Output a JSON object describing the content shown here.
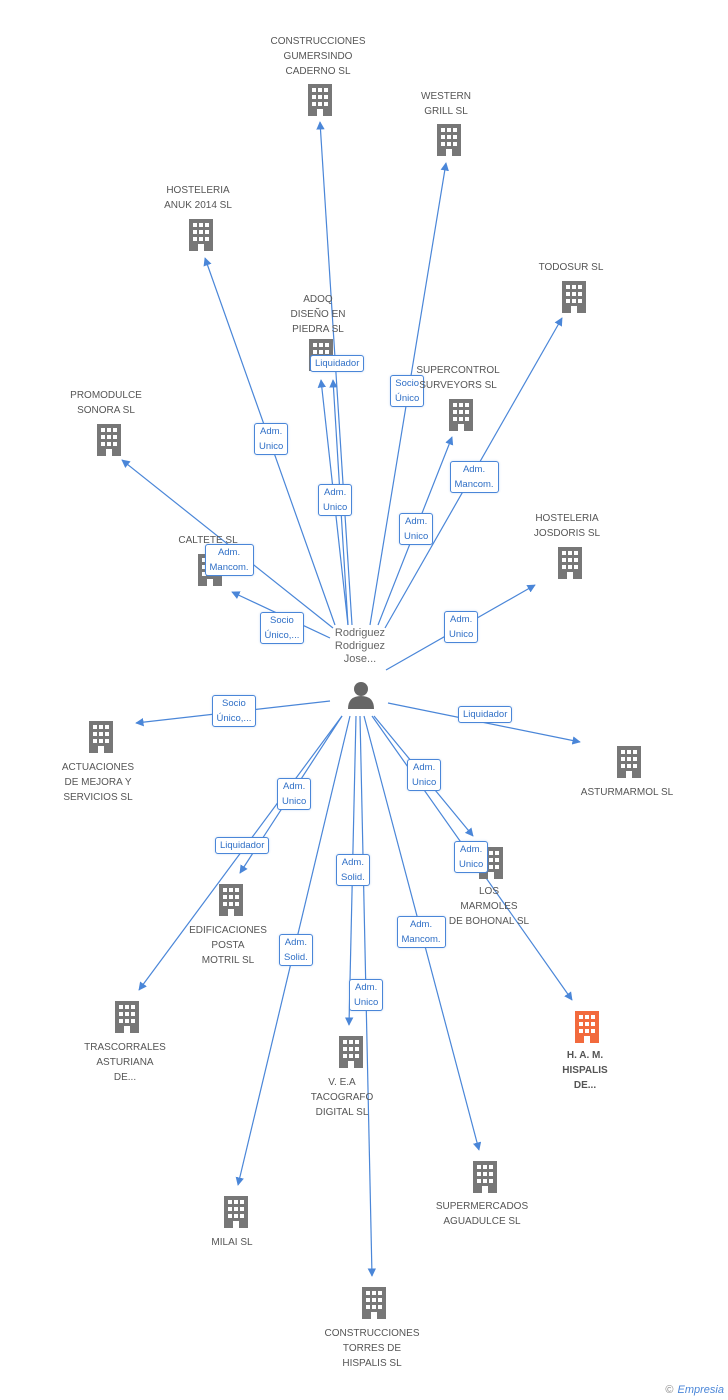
{
  "center": {
    "label": "Rodriguez\nRodriguez\nJose..."
  },
  "colors": {
    "edge": "#4a86d8",
    "building": "#777777",
    "highlight": "#f26a3d"
  },
  "nodes": [
    {
      "id": "gumersindo",
      "label": "CONSTRUCCIONES\nGUMERSINDO\nCADERNO SL",
      "icon": "building-icon"
    },
    {
      "id": "western",
      "label": "WESTERN\nGRILL  SL",
      "icon": "building-icon"
    },
    {
      "id": "anuk",
      "label": "HOSTELERIA\nANUK 2014  SL",
      "icon": "building-icon"
    },
    {
      "id": "todosur",
      "label": "TODOSUR SL",
      "icon": "building-icon"
    },
    {
      "id": "adoq",
      "label": "ADOQ\nDISEÑO EN\nPIEDRA SL",
      "icon": "building-icon"
    },
    {
      "id": "supercontrol",
      "label": "SUPERCONTROL\nSURVEYORS SL",
      "icon": "building-icon"
    },
    {
      "id": "promodulce",
      "label": "PROMODULCE\nSONORA SL",
      "icon": "building-icon"
    },
    {
      "id": "caltete",
      "label": "CALTETE  SL",
      "icon": "building-icon"
    },
    {
      "id": "josdoris",
      "label": "HOSTELERIA\nJOSDORIS SL",
      "icon": "building-icon"
    },
    {
      "id": "actuaciones",
      "label": "ACTUACIONES\nDE MEJORA Y\nSERVICIOS SL",
      "icon": "building-icon"
    },
    {
      "id": "asturmarmol",
      "label": "ASTURMARMOL SL",
      "icon": "building-icon"
    },
    {
      "id": "marmoles",
      "label": "LOS\nMARMOLES\nDE BOHONAL SL",
      "icon": "building-icon"
    },
    {
      "id": "edificaciones",
      "label": "EDIFICACIONES\nPOSTA\nMOTRIL SL",
      "icon": "building-icon"
    },
    {
      "id": "hispalis",
      "label": "H. A. M.\nHISPALIS\nDE...",
      "icon": "building-icon",
      "highlight": true
    },
    {
      "id": "trascorrales",
      "label": "TRASCORRALES\nASTURIANA\nDE...",
      "icon": "building-icon"
    },
    {
      "id": "vea",
      "label": "V. E.A\nTACOGRAFO\nDIGITAL SL",
      "icon": "building-icon"
    },
    {
      "id": "aguadulce",
      "label": "SUPERMERCADOS\nAGUADULCE SL",
      "icon": "building-icon"
    },
    {
      "id": "milai",
      "label": "MILAI  SL",
      "icon": "building-icon"
    },
    {
      "id": "torres",
      "label": "CONSTRUCCIONES\nTORRES DE\nHISPALIS SL",
      "icon": "building-icon"
    }
  ],
  "edges": [
    {
      "to": "gumersindo",
      "label": ""
    },
    {
      "to": "western",
      "label": "Socio\nÚnico"
    },
    {
      "to": "anuk",
      "label": "Adm.\nUnico"
    },
    {
      "to": "todosur",
      "label": "Adm.\nMancom."
    },
    {
      "to": "adoq",
      "label": "Liquidador"
    },
    {
      "to": "adoq",
      "label": "Adm.\nUnico"
    },
    {
      "to": "supercontrol",
      "label": "Adm.\nUnico"
    },
    {
      "to": "promodulce",
      "label": "Adm.\nMancom."
    },
    {
      "to": "caltete",
      "label": "Socio\nÚnico,..."
    },
    {
      "to": "josdoris",
      "label": "Adm.\nUnico"
    },
    {
      "to": "actuaciones",
      "label": "Socio\nÚnico,..."
    },
    {
      "to": "asturmarmol",
      "label": "Liquidador"
    },
    {
      "to": "marmoles",
      "label": "Adm.\nUnico"
    },
    {
      "to": "hispalis",
      "label": "Adm.\nUnico"
    },
    {
      "to": "edificaciones",
      "label": "Liquidador"
    },
    {
      "to": "trascorrales",
      "label": "Adm.\nUnico"
    },
    {
      "to": "vea",
      "label": "Adm.\nSolid."
    },
    {
      "to": "aguadulce",
      "label": "Adm.\nMancom."
    },
    {
      "to": "milai",
      "label": "Adm.\nSolid."
    },
    {
      "to": "torres",
      "label": "Adm.\nUnico"
    }
  ],
  "brand": {
    "copyright": "©",
    "name": "Empresia"
  }
}
